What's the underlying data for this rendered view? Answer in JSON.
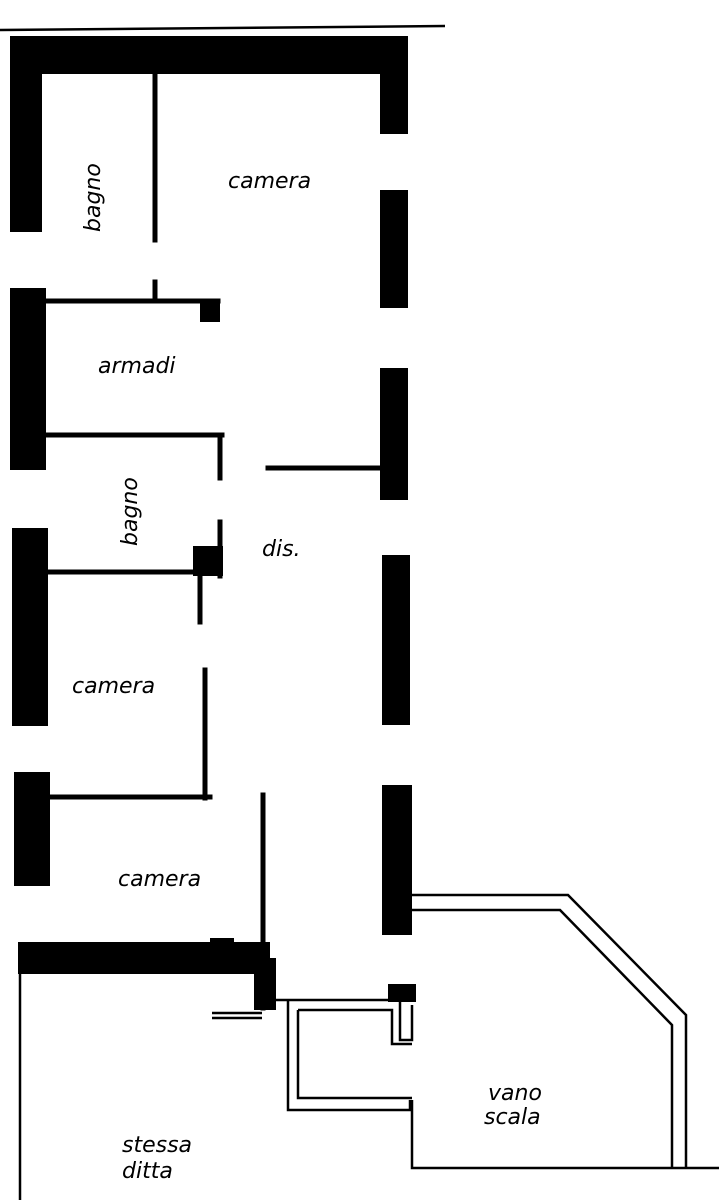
{
  "rooms": {
    "bagno_top": "bagno",
    "camera_top": "camera",
    "armadi": "armadi",
    "bagno_mid": "bagno",
    "dis": "dis.",
    "camera_mid": "camera",
    "camera_bottom": "camera",
    "vano_line1": "vano",
    "vano_line2": "scala",
    "stessa_line1": "stessa",
    "stessa_line2": "ditta"
  },
  "colors": {
    "ink": "#000000",
    "paper": "#ffffff"
  }
}
